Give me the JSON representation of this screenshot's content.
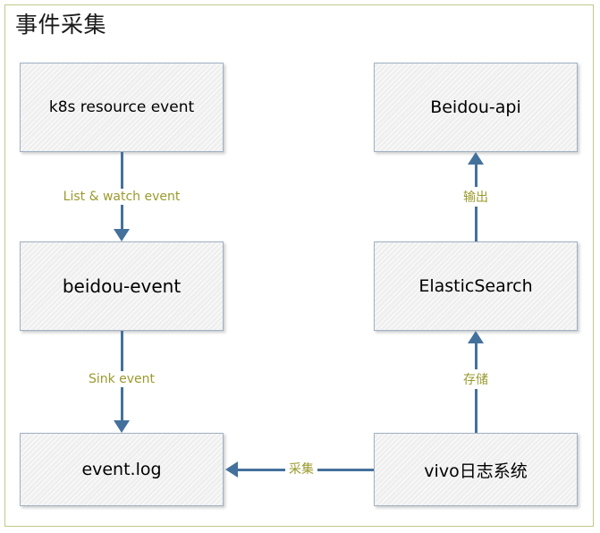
{
  "diagram": {
    "title": "事件采集",
    "frame_border_color": "#c3c88a",
    "node_fill_color": "#efefef",
    "node_border_color": "#9fb0c4",
    "connector_color": "#44719c",
    "edge_label_color": "#9a9a2e"
  },
  "nodes": [
    {
      "id": "k8s-resource-event",
      "label": "k8s resource event",
      "column": "left",
      "row": "top"
    },
    {
      "id": "beidou-event",
      "label": "beidou-event",
      "column": "left",
      "row": "middle"
    },
    {
      "id": "event-log",
      "label": "event.log",
      "column": "left",
      "row": "bottom"
    },
    {
      "id": "beidou-api",
      "label": "Beidou-api",
      "column": "right",
      "row": "top"
    },
    {
      "id": "elasticsearch",
      "label": "ElasticSearch",
      "column": "right",
      "row": "middle"
    },
    {
      "id": "vivo-log-system",
      "label": "vivo日志系统",
      "column": "right",
      "row": "bottom"
    }
  ],
  "edges": [
    {
      "id": "edge-list-watch",
      "label": "List & watch event",
      "from": "k8s-resource-event",
      "to": "beidou-event",
      "direction": "down"
    },
    {
      "id": "edge-sink",
      "label": "Sink event",
      "from": "beidou-event",
      "to": "event-log",
      "direction": "down"
    },
    {
      "id": "edge-collect",
      "label": "采集",
      "from": "vivo-log-system",
      "to": "event-log",
      "direction": "left"
    },
    {
      "id": "edge-store",
      "label": "存储",
      "from": "vivo-log-system",
      "to": "elasticsearch",
      "direction": "up"
    },
    {
      "id": "edge-output",
      "label": "输出",
      "from": "elasticsearch",
      "to": "beidou-api",
      "direction": "up"
    }
  ]
}
